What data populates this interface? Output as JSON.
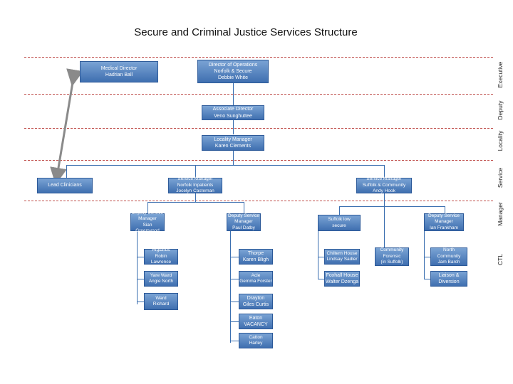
{
  "title": "Secure and Criminal Justice Services Structure",
  "bands": [
    "Executive",
    "Deputy",
    "Locality",
    "Service",
    "Manager",
    "CTL"
  ],
  "boxes": {
    "medical_director": [
      "Medical Director",
      "Hadrian Ball"
    ],
    "director_ops": [
      "Director of Operations",
      "Norfolk & Secure",
      "Debbie White"
    ],
    "associate_director": [
      "Associate Director",
      "Veno Sunghuttee"
    ],
    "locality_manager": [
      "Locality Manager",
      "Karen Clements"
    ],
    "lead_clinicians": [
      "Lead Clinicians"
    ],
    "sm_norfolk": [
      "Service Manager",
      "Norfolk Inpatients",
      "Jocelyn Casteman"
    ],
    "sm_suffolk": [
      "Service Manager",
      "Suffolk & Community",
      "Andy Hook"
    ],
    "dsm_1": [
      "Deputy Service",
      "Manager",
      "Sian Greenwood"
    ],
    "dsm_2": [
      "Deputy Service",
      "Manager",
      "Paul Datby"
    ],
    "suffolk_low_secure": [
      "Suffolk low",
      "secure"
    ],
    "dsm_3": [
      "Deputy Service",
      "Manager",
      "Ian Frankham"
    ],
    "highlands": [
      "Higlands",
      "Robin Lawrence"
    ],
    "yare_ward": [
      "Yare Ward",
      "Angie North"
    ],
    "ward_3": [
      "Ward",
      "Richard"
    ],
    "thorpe": [
      "Thorpe",
      "Karen Bligh"
    ],
    "acle": [
      "Acle",
      "Gemma Forster"
    ],
    "drayton": [
      "Drayton",
      "Giles Curtis"
    ],
    "eaton": [
      "Eaton",
      "VACANCY"
    ],
    "catton": [
      "Catton",
      "Harley"
    ],
    "chiltern": [
      "Chiltern House",
      "Lindsay Sadler"
    ],
    "foxhall": [
      "Foxhall House",
      "Walter Dzenga"
    ],
    "community_forensic": [
      "Community",
      "Forensic",
      "(in Suffolk)"
    ],
    "north_community": [
      "North",
      "Community",
      "Jam Barch"
    ],
    "liaison": [
      "Liaison &",
      "Diversion"
    ]
  },
  "colors": {
    "box_fill": "#4f7fc1",
    "dashed_line": "#c0504d",
    "connector": "#3b6fb0"
  }
}
